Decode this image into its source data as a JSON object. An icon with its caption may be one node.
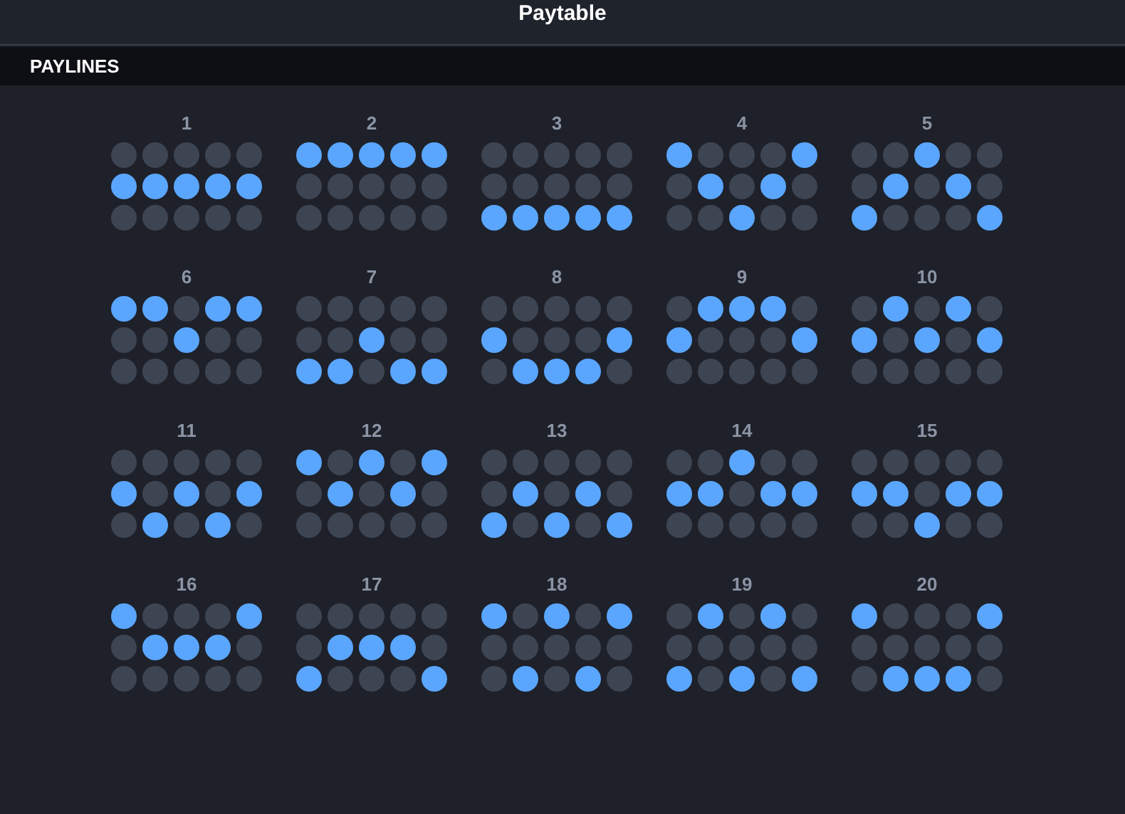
{
  "diagram": {
    "title": "Paytable",
    "nodes": [
      {
        "text": [
          "PAYLINES"
        ]
      }
    ],
    "edges": [],
    "labels": [
      "1",
      "2",
      "3",
      "4",
      "5",
      "6",
      "7",
      "8",
      "9",
      "10",
      "11",
      "12",
      "13",
      "14",
      "15",
      "16",
      "17",
      "18",
      "19",
      "20"
    ]
  }
}
